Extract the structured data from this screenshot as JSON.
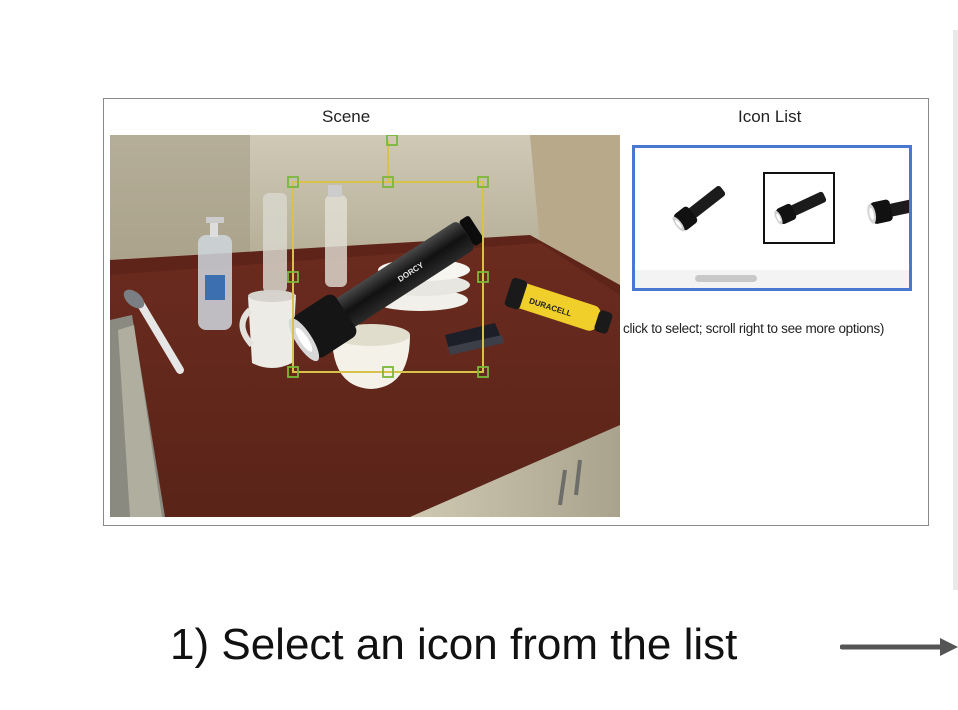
{
  "panel": {
    "scene_title": "Scene",
    "icons_title": "Icon List",
    "hint": "click to select; scroll right to see more options)"
  },
  "scene": {
    "flashlight_brand": "DORCY",
    "battery_label": "DURACELL"
  },
  "icon_list": {
    "items": [
      {
        "name": "flashlight-icon-1",
        "selected": false
      },
      {
        "name": "flashlight-icon-2",
        "selected": true
      },
      {
        "name": "flashlight-icon-3",
        "selected": false
      }
    ],
    "selection_color": "#111111",
    "frame_color": "#4a78d0"
  },
  "caption": {
    "text": "1) Select an icon from the list"
  },
  "colors": {
    "bbox_line": "#d8c24a",
    "bbox_handle": "#7ab83a"
  }
}
